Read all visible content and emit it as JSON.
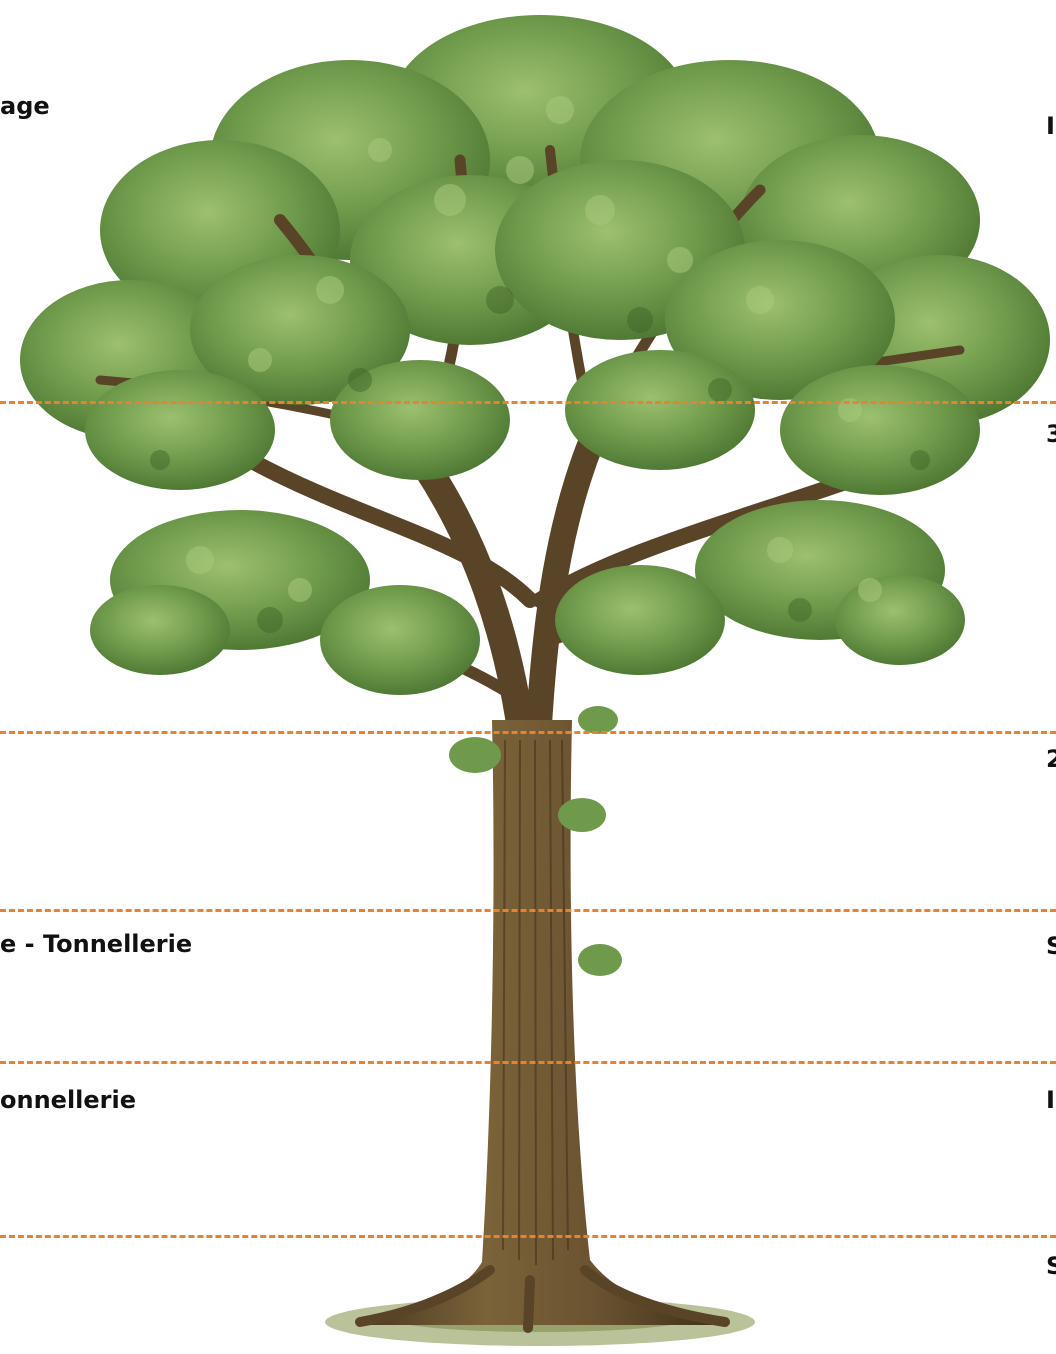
{
  "colors": {
    "divider": "#e8822b",
    "label": "#111111",
    "foliage_dark": "#4f7a34",
    "foliage_mid": "#6f9a4b",
    "foliage_light": "#93b86b",
    "trunk": "#6b5331",
    "trunk_dark": "#4a3920",
    "ground": "#8a9a5a"
  },
  "icons": {
    "tree": "oak-tree-illustration"
  },
  "left_labels": [
    {
      "text": "age"
    },
    {
      "text": "e - Tonnellerie"
    },
    {
      "text": "onnellerie"
    }
  ],
  "right_labels": [
    {
      "text": "I"
    },
    {
      "text": "3"
    },
    {
      "text": "2"
    },
    {
      "text": "S"
    },
    {
      "text": "I"
    },
    {
      "text": "S"
    }
  ]
}
